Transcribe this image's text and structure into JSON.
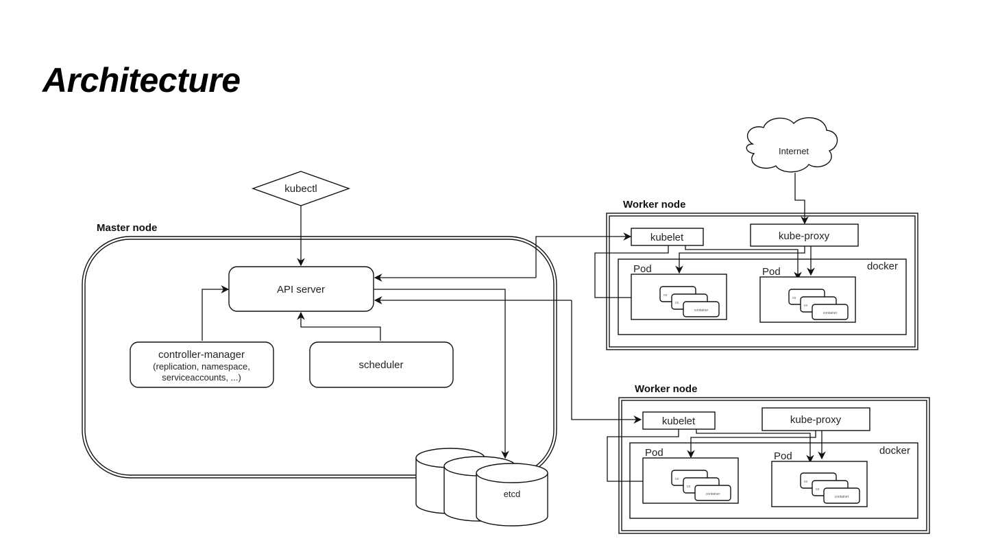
{
  "slide": {
    "title": "Architecture"
  },
  "diagram": {
    "external": {
      "kubectl": "kubectl",
      "internet": "Internet"
    },
    "master": {
      "label": "Master node",
      "api_server": "API server",
      "controller_manager": {
        "title": "controller-manager",
        "line2": "(replication, namespace,",
        "line3": "serviceaccounts, ...)"
      },
      "scheduler": "scheduler",
      "etcd": "etcd"
    },
    "workers": [
      {
        "label": "Worker node",
        "kubelet": "kubelet",
        "kube_proxy": "kube-proxy",
        "runtime": "docker",
        "pods": [
          {
            "label": "Pod",
            "containers": [
              "co",
              "co",
              "container"
            ]
          },
          {
            "label": "Pod",
            "containers": [
              "co",
              "co",
              "container"
            ]
          }
        ]
      },
      {
        "label": "Worker node",
        "kubelet": "kubelet",
        "kube_proxy": "kube-proxy",
        "runtime": "docker",
        "pods": [
          {
            "label": "Pod",
            "containers": [
              "co",
              "co",
              "container"
            ]
          },
          {
            "label": "Pod",
            "containers": [
              "co",
              "co",
              "container"
            ]
          }
        ]
      }
    ]
  }
}
